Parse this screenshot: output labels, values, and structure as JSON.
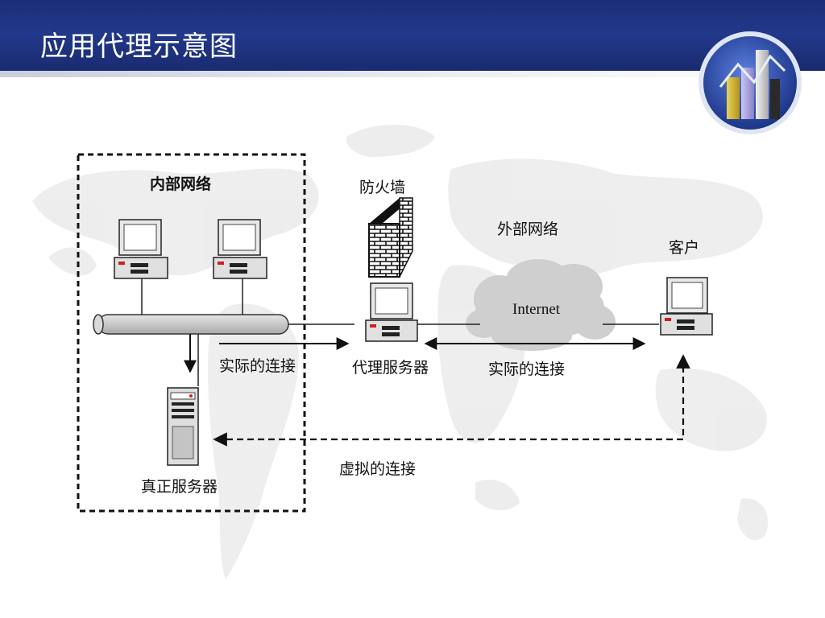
{
  "slide": {
    "title": "应用代理示意图"
  },
  "diagram": {
    "labels": {
      "internal_network": "内部网络",
      "firewall": "防火墙",
      "external_network": "外部网络",
      "client": "客户",
      "internet": "Internet",
      "proxy_server": "代理服务器",
      "actual_connection_inner": "实际的连接",
      "actual_connection_outer": "实际的连接",
      "real_server": "真正服务器",
      "virtual_connection": "虚拟的连接"
    }
  },
  "colors": {
    "header_bg": "#1f3585",
    "logo_ring": "#2a4aa8",
    "cloud": "#cfcfcf",
    "bus": "#c8c8c8",
    "brick": "#1a1a1a"
  }
}
